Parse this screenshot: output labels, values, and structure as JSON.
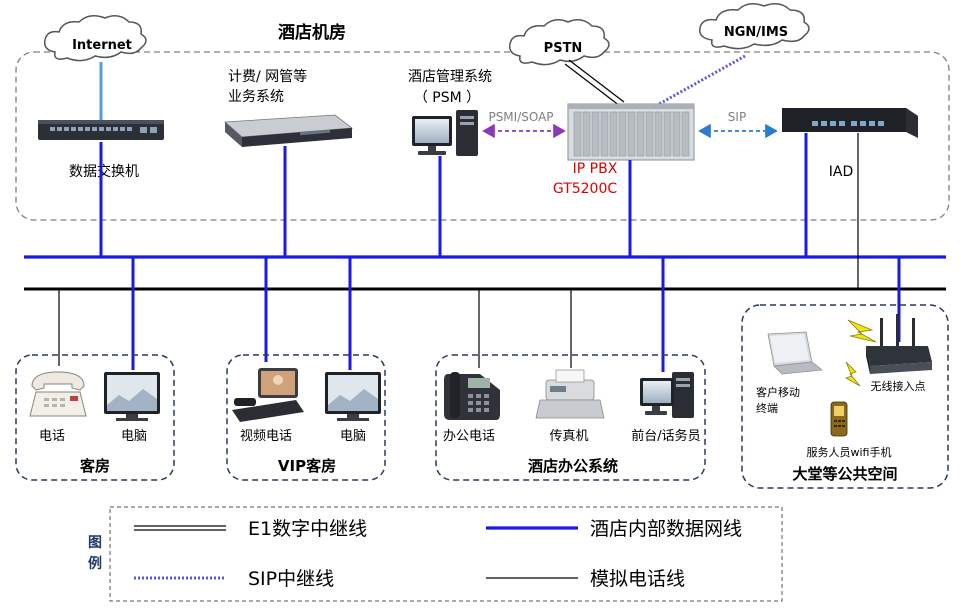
{
  "title": "酒店机房",
  "clouds": {
    "internet": "Internet",
    "pstn": "PSTN",
    "ngn": "NGN/IMS"
  },
  "server_room": {
    "switch_label": "数据交换机",
    "billing_line1": "计费/ 网管等",
    "billing_line2": "业务系统",
    "psm_line1": "酒店管理系统",
    "psm_line2": "（ PSM ）",
    "psmi_label": "PSMI/SOAP",
    "pbx_line1": "IP PBX",
    "pbx_line2": "GT5200C",
    "sip_label": "SIP",
    "iad_label": "IAD"
  },
  "groups": {
    "guest_room": {
      "title": "客房",
      "phone": "电话",
      "pc": "电脑"
    },
    "vip_room": {
      "title": "VIP客房",
      "video_phone": "视频电话",
      "pc": "电脑"
    },
    "office": {
      "title": "酒店办公系统",
      "office_phone": "办公电话",
      "fax": "传真机",
      "front_desk": "前台/话务员"
    },
    "lobby": {
      "title": "大堂等公共空间",
      "mobile_line1": "客户移动",
      "mobile_line2": "终端",
      "ap": "无线接入点",
      "wifi_phone": "服务人员wifi手机"
    }
  },
  "legend": {
    "title_line1": "图",
    "title_line2": "例",
    "e1": "E1数字中继线",
    "data": "酒店内部数据网线",
    "sip": "SIP中继线",
    "analog": "模拟电话线"
  },
  "colors": {
    "data_line": "#1a1ae6",
    "sip_line": "#5b5bd6",
    "psmi_arrow": "#8a3ab9",
    "sip_arrow": "#2b7bd0",
    "pbx_label": "#e00000",
    "group_border": "#2a3a5a"
  }
}
